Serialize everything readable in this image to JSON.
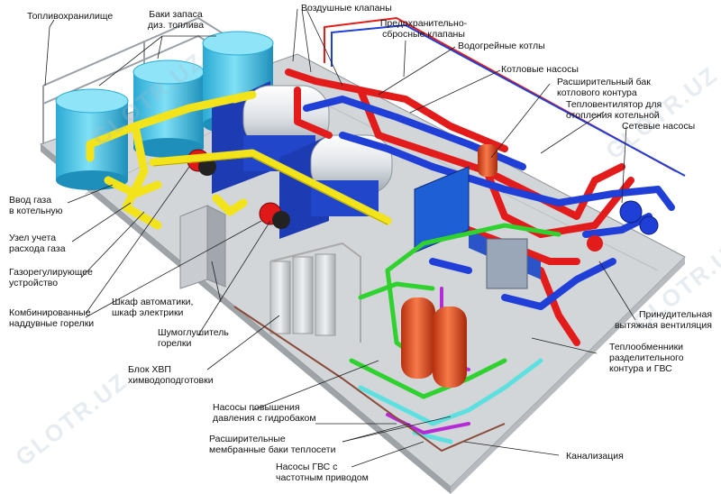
{
  "watermark": "GLOTR.UZ",
  "colors": {
    "gas": "#f2e31a",
    "boiler_loop": "#e21b1b",
    "network_loop": "#1f3fd6",
    "dhw": "#2fd22f",
    "cold_water": "#5fe0e0",
    "circulation": "#b52cd6",
    "tank_cyan": "#46c8ea",
    "tank_orange": "#e8461c",
    "floor": "#cfd3d6"
  },
  "labels": {
    "fuel_storage": "Топливохранилище",
    "reserve_tanks": "Баки запаса\nдиз. топлива",
    "air_valves": "Воздушные клапаны",
    "safety_valves": "Предохранительно-\nсбросные клапаны",
    "boilers": "Водогрейные котлы",
    "boiler_pumps": "Котловые насосы",
    "expansion_tank": "Расширительный бак\nкотлового контура",
    "fan_heater": "Тепловентилятор для\nотопления котельной",
    "network_pumps": "Сетевые насосы",
    "gas_inlet": "Ввод газа\nв котельную",
    "gas_meter": "Узел учета\nрасхода газа",
    "gas_regulator": "Газорегулирующее\nустройство",
    "burners": "Комбинированные\nнаддувные горелки",
    "automation_cabinet": "Шкаф автоматики,\nшкаф электрики",
    "burner_silencer": "Шумоглушитель\nгорелки",
    "water_treatment": "Блок ХВП\nхимводоподготовки",
    "booster_pumps": "Насосы повышения\nдавления с гидробаком",
    "membrane_tanks": "Расширительные\nмембранные баки теплосети",
    "dhw_pumps": "Насосы ГВС с\nчастотным приводом",
    "exhaust_vent": "Принудительная\nвытяжная вентиляция",
    "heat_exchangers": "Теплообменники\nразделительного\nконтура и ГВС",
    "sewer": "Канализация"
  }
}
